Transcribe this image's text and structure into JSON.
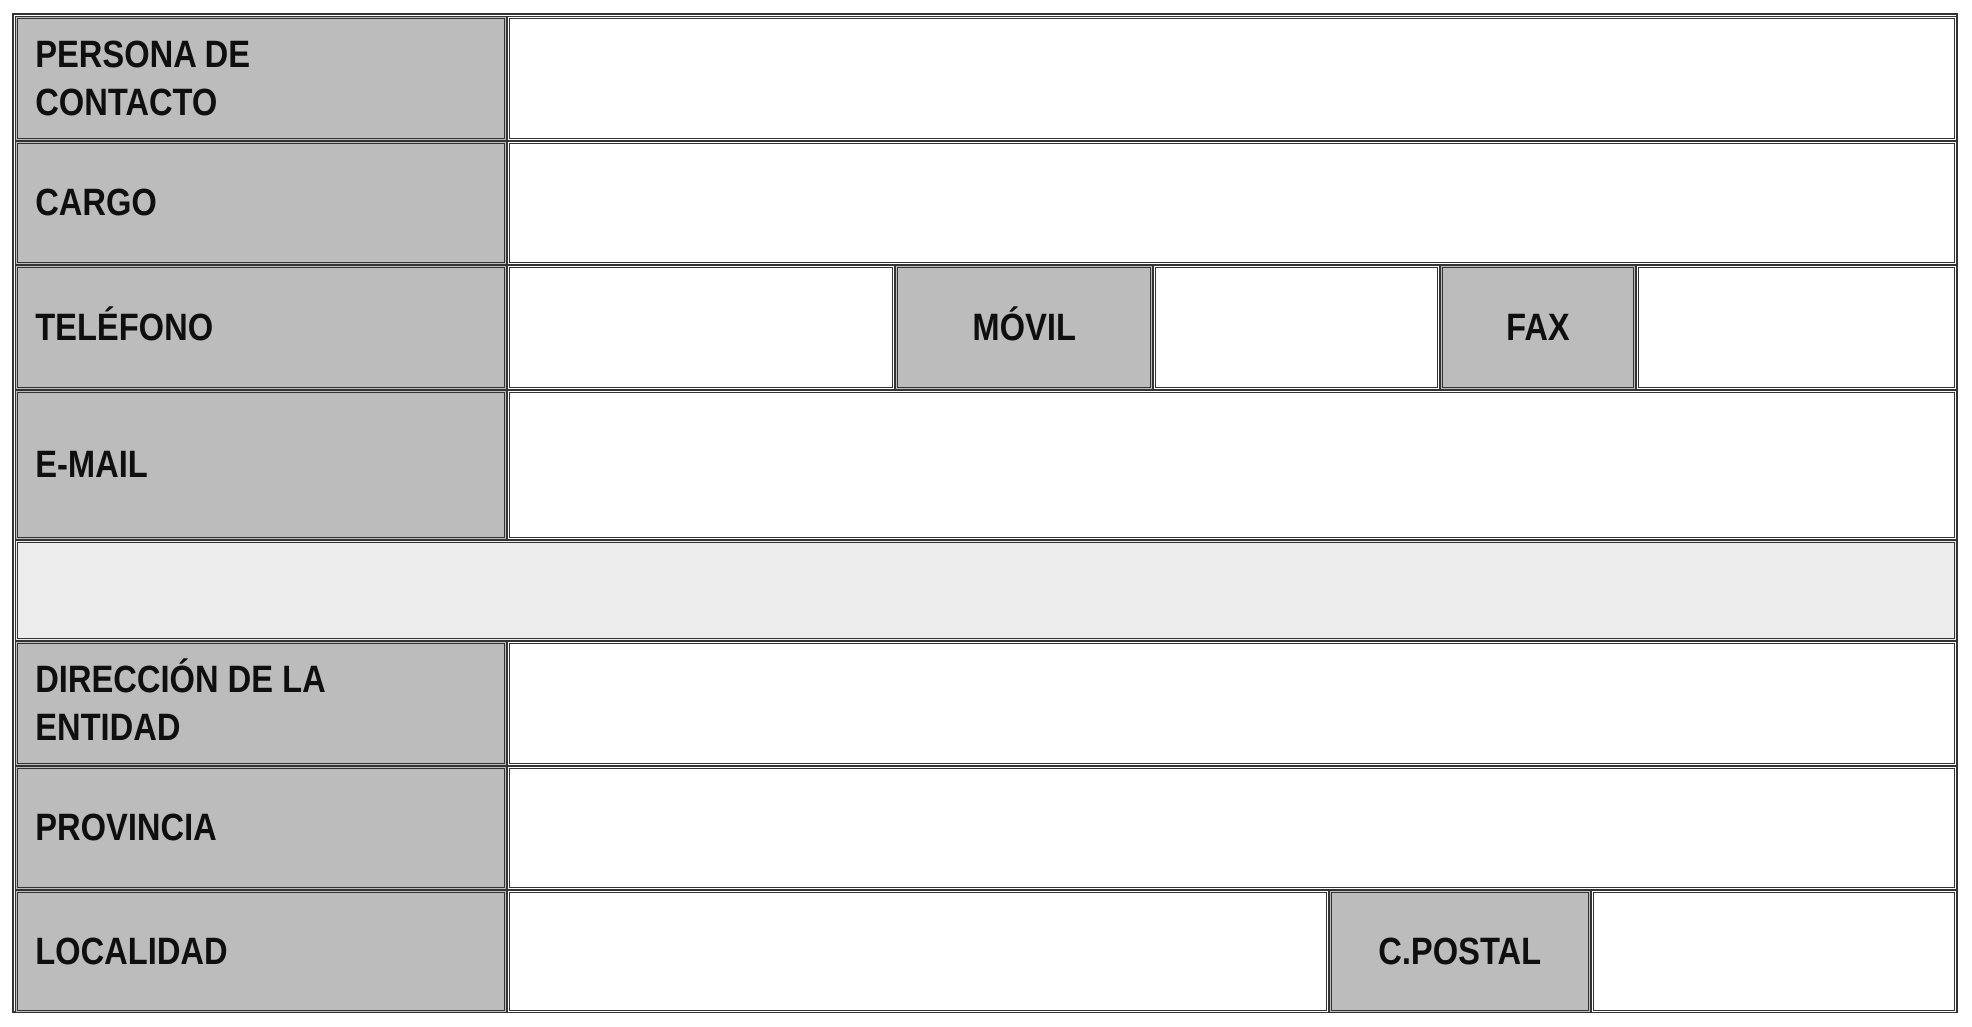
{
  "form": {
    "persona_label": "PERSONA DE CONTACTO",
    "cargo_label": "CARGO",
    "telefono_label": "TELÉFONO",
    "movil_label": "MÓVIL",
    "fax_label": "FAX",
    "email_label": "E-MAIL",
    "direccion_label": "DIRECCIÓN DE LA ENTIDAD",
    "provincia_label": "PROVINCIA",
    "localidad_label": "LOCALIDAD",
    "cpostal_label": "C.POSTAL",
    "persona_value": "",
    "cargo_value": "",
    "telefono_value": "",
    "movil_value": "",
    "fax_value": "",
    "email_value": "",
    "direccion_value": "",
    "provincia_value": "",
    "localidad_value": "",
    "cpostal_value": ""
  },
  "colors": {
    "label_bg": "#bcbcbc",
    "separator_bg": "#ededed",
    "border": "#333333"
  }
}
